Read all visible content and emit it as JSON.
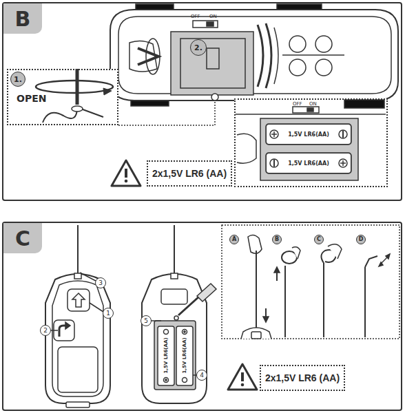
{
  "diagram": {
    "nodes": [
      {
        "text": [
          "B"
        ]
      },
      {
        "text": [
          "OPEN"
        ],
        "in": 0
      },
      {
        "text": [
          "1."
        ],
        "in": 1
      },
      {
        "text": [
          "2."
        ],
        "in": 0
      },
      {
        "text": [
          "OFF",
          "ON"
        ],
        "in": 0
      },
      {
        "text": [
          "1,5V LR6(AA)"
        ],
        "in": 4
      },
      {
        "text": [
          "1,5V LR6(AA)"
        ],
        "in": 4
      },
      {
        "text": [
          "2x1,5V LR6 (AA)"
        ],
        "in": 0
      },
      {
        "text": [
          "C"
        ]
      },
      {
        "text": [
          "3"
        ],
        "in": 8
      },
      {
        "text": [
          "1"
        ],
        "in": 8
      },
      {
        "text": [
          "2"
        ],
        "in": 8
      },
      {
        "text": [
          "5"
        ],
        "in": 8
      },
      {
        "text": [
          "4"
        ],
        "in": 8
      },
      {
        "text": [
          "A"
        ],
        "in": 8
      },
      {
        "text": [
          "B"
        ],
        "in": 8
      },
      {
        "text": [
          "C"
        ],
        "in": 8
      },
      {
        "text": [
          "D"
        ],
        "in": 8
      },
      {
        "text": [
          "2x1,5V LR6 (AA)"
        ],
        "in": 8
      }
    ],
    "labels": [
      "OFF",
      "ON",
      "1,5V LR6(AA)",
      "1,5V LR6(AA)"
    ]
  }
}
